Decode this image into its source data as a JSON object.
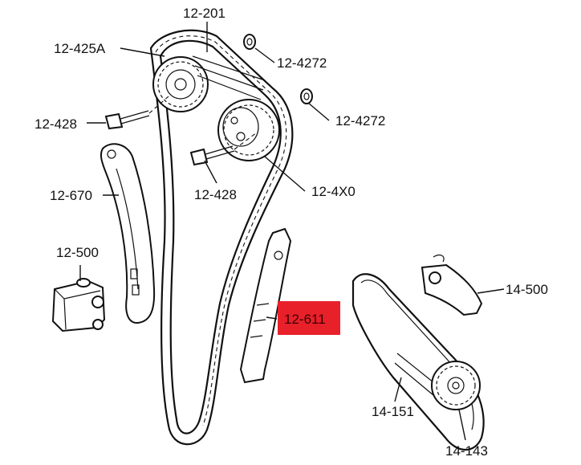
{
  "labels": {
    "cam_chain": "12-201",
    "intake_cam_sprocket": "12-425A",
    "washer_upper": "12-4272",
    "washer_lower": "12-4272",
    "bolt_upper": "12-428",
    "bolt_lower": "12-428",
    "exhaust_cam_sprocket": "12-4X0",
    "tensioner_arm": "12-670",
    "tensioner": "12-500",
    "chain_guide": "12-611",
    "oil_pump_chain": "14-151",
    "oil_pump_sprocket": "14-143",
    "oil_pump_tensioner": "14-500"
  },
  "colors": {
    "highlight": "#e8202a",
    "ink": "#111111"
  }
}
